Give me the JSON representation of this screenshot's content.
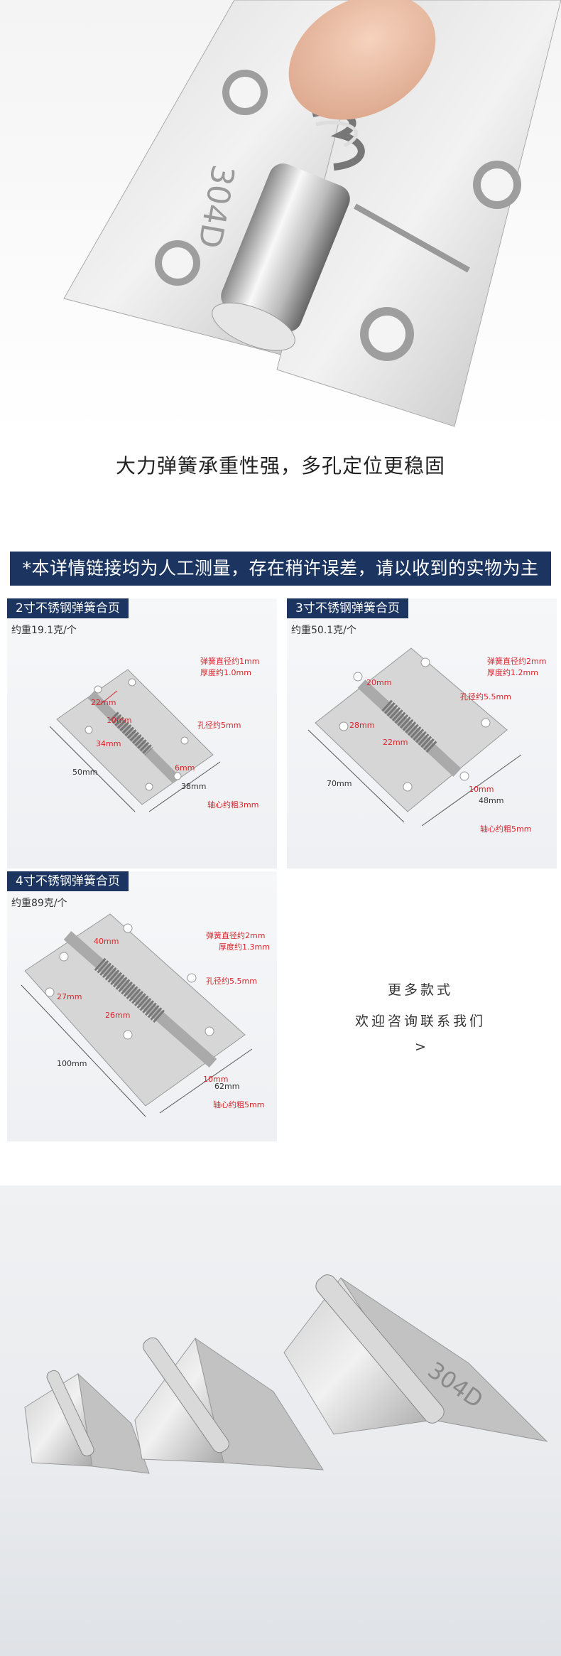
{
  "hero": {
    "caption": "大力弹簧承重性强，多孔定位更稳固",
    "stamp": "304D"
  },
  "notice": "*本详情链接均为人工测量，存在稍许误差，请以收到的实物为主",
  "cards": [
    {
      "title": "2寸不锈钢弹簧合页",
      "weight": "约重19.1克/个",
      "spring": "弹簧直径约1mm",
      "thickness": "厚度约1.0mm",
      "hole": "孔径约5mm",
      "axis": "轴心约粗3mm",
      "d1": "22mm",
      "d2": "10mm",
      "d3": "34mm",
      "d4": "6mm",
      "length": "50mm",
      "width": "38mm"
    },
    {
      "title": "3寸不锈钢弹簧合页",
      "weight": "约重50.1克/个",
      "spring": "弹簧直径约2mm",
      "thickness": "厚度约1.2mm",
      "hole": "孔径约5.5mm",
      "axis": "轴心约粗5mm",
      "d1": "20mm",
      "d2": "22mm",
      "d3": "28mm",
      "d4": "10mm",
      "length": "70mm",
      "width": "48mm"
    },
    {
      "title": "4寸不锈钢弹簧合页",
      "weight": "约重89克/个",
      "spring": "弹簧直径约2mm",
      "thickness": "厚度约1.3mm",
      "hole": "孔径约5.5mm",
      "axis": "轴心约粗5mm",
      "d1": "40mm",
      "d2": "27mm",
      "d3": "26mm",
      "d4": "10mm",
      "length": "100mm",
      "width": "62mm"
    }
  ],
  "more": {
    "line1": "更多款式",
    "line2": "欢迎咨询联系我们",
    "arrow": ">"
  },
  "bottom_stamp": "304D"
}
